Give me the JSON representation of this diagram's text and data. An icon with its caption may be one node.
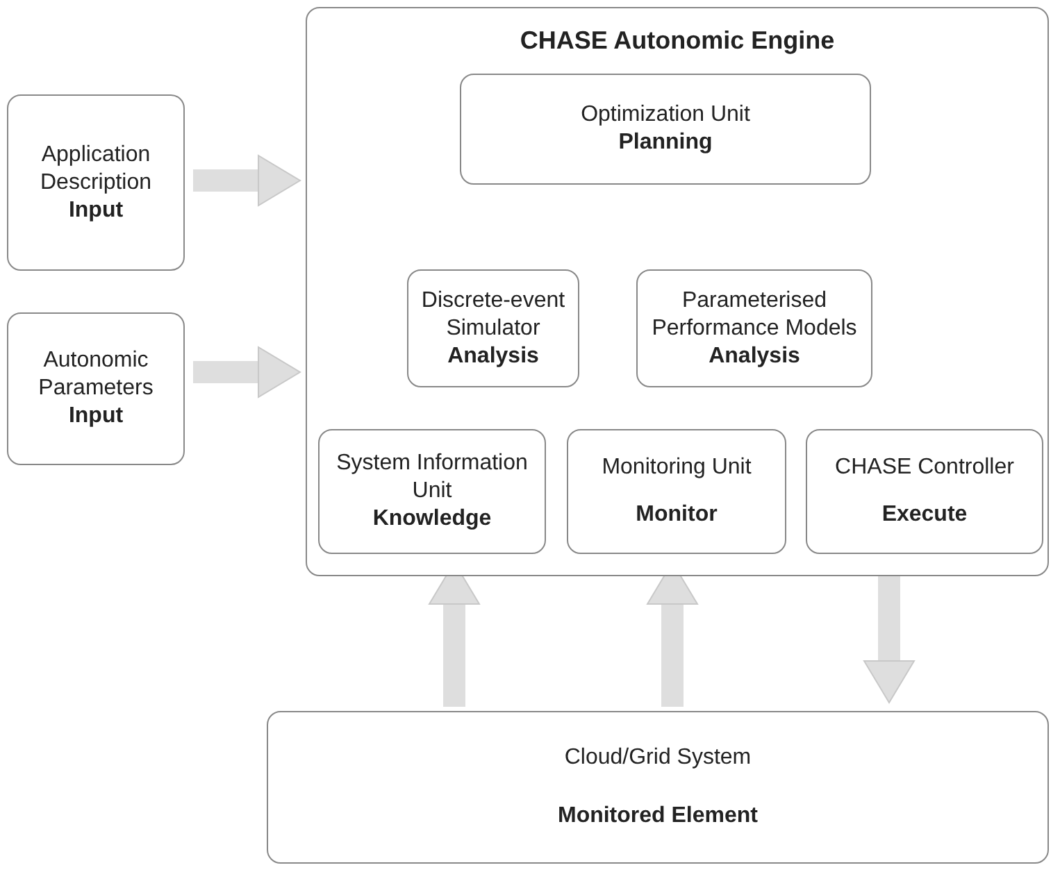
{
  "diagram": {
    "nodes": [
      {
        "text": [
          "Application Description",
          "Input"
        ]
      },
      {
        "text": [
          "Autonomic Parameters",
          "Input"
        ]
      },
      {
        "text": [
          "CHASE Autonomic Engine"
        ]
      },
      {
        "text": [
          "Optimization Unit",
          "Planning"
        ],
        "in": 2
      },
      {
        "text": [
          "Discrete-event Simulator",
          "Analysis"
        ],
        "in": 2
      },
      {
        "text": [
          "Parameterised Performance Models",
          "Analysis"
        ],
        "in": 2
      },
      {
        "text": [
          "System Information Unit",
          "Knowledge"
        ],
        "in": 2
      },
      {
        "text": [
          "Monitoring Unit",
          "Monitor"
        ],
        "in": 2
      },
      {
        "text": [
          "CHASE Controller",
          "Execute"
        ],
        "in": 2
      },
      {
        "text": [
          "Cloud/Grid System",
          "Monitored Element"
        ]
      }
    ],
    "edges": [
      {
        "from": 0,
        "to": 2,
        "arrow": "to"
      },
      {
        "from": 1,
        "to": 2,
        "arrow": "to"
      },
      {
        "from": 9,
        "to": 6,
        "arrow": "to"
      },
      {
        "from": 9,
        "to": 7,
        "arrow": "to"
      },
      {
        "from": 8,
        "to": 9,
        "arrow": "to"
      }
    ]
  }
}
